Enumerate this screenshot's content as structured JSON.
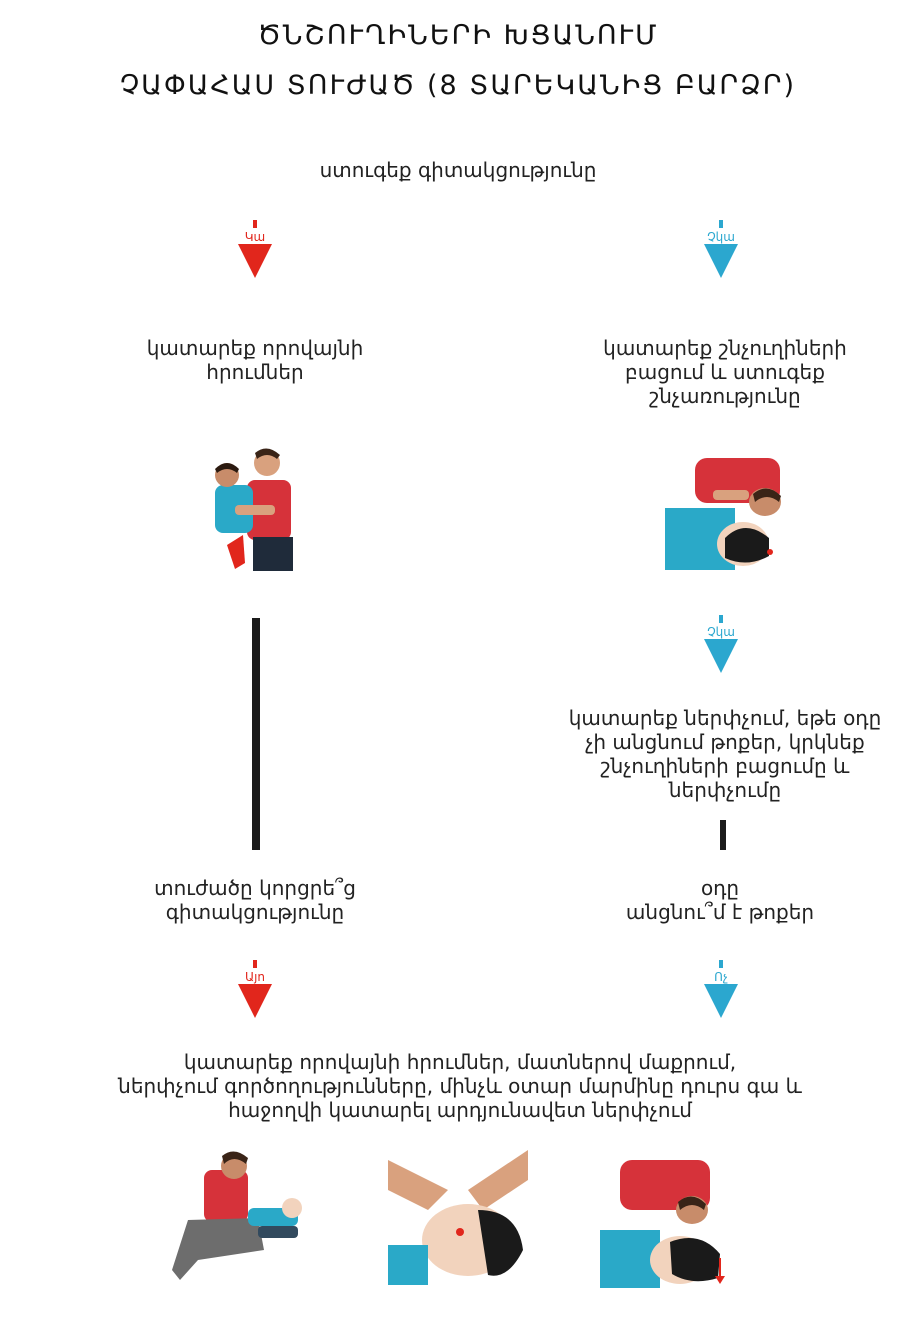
{
  "title": {
    "line1": "ԾՆՇՈՒՂԻՆԵՐԻ ԽՑԱՆՈՒՄ",
    "line2": "ՉԱՓԱՀԱՍ ՏՈՒԺԱԾ (8 ՏԱՐԵԿԱՆԻՑ ԲԱՐՁՐ)"
  },
  "steps": {
    "check_consciousness": "ստուգեք գիտակցությունը",
    "yes_label": "Կա",
    "no_label_1": "Չկա",
    "back_blows": [
      "կատարեք որովայնի",
      "հրումներ"
    ],
    "open_airway": [
      "կատարեք շնչուղիների",
      "բացում և ստուգեք",
      "շնչառությունը"
    ],
    "no_label_2": "Չկա",
    "breathe": [
      "կատարեք ներփչում, եթե օդը",
      "չի անցնում թոքեր, կրկնեք",
      "շնչուղիների բացումը և",
      "ներփչումը"
    ],
    "lost_consciousness": [
      "տուժածը կորցրե՞ց",
      "գիտակցությունը"
    ],
    "air_passes": [
      "օդը",
      "անցնու՞մ է թոքեր"
    ],
    "yes_label_2": "Այո",
    "no_label_3": "Ոչ",
    "final": [
      "կատարեք  որովայնի հրումներ, մատներով մաքրում,",
      "ներփչում գործողությունները, մինչև օտար մարմինը դուրս գա և",
      "հաջողվի կատարել արդյունավետ ներփչում"
    ]
  },
  "colors": {
    "red": "#e1261c",
    "blue": "#2ba7cf",
    "line": "#1b1b1b"
  }
}
